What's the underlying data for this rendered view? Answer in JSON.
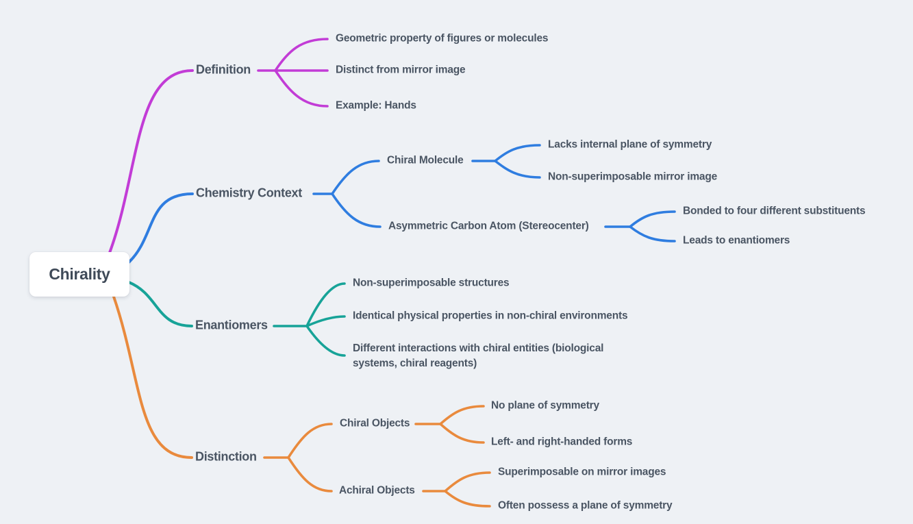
{
  "background": "#eef1f5",
  "text_color": "#4a5563",
  "root": {
    "label": "Chirality"
  },
  "branches": [
    {
      "label": "Definition",
      "color": "#c23cd6",
      "children": [
        {
          "label": "Geometric property of figures or molecules"
        },
        {
          "label": "Distinct from mirror image"
        },
        {
          "label": "Example: Hands"
        }
      ]
    },
    {
      "label": "Chemistry Context",
      "color": "#2f7de0",
      "children": [
        {
          "label": "Chiral Molecule",
          "children": [
            {
              "label": "Lacks internal plane of symmetry"
            },
            {
              "label": "Non-superimposable mirror image"
            }
          ]
        },
        {
          "label": "Asymmetric Carbon Atom (Stereocenter)",
          "children": [
            {
              "label": "Bonded to four different substituents"
            },
            {
              "label": "Leads to enantiomers"
            }
          ]
        }
      ]
    },
    {
      "label": "Enantiomers",
      "color": "#17a398",
      "children": [
        {
          "label": "Non-superimposable structures"
        },
        {
          "label": "Identical physical properties in non-chiral environments"
        },
        {
          "label": "Different interactions with chiral entities (biological systems, chiral reagents)"
        }
      ]
    },
    {
      "label": "Distinction",
      "color": "#e98a3d",
      "children": [
        {
          "label": "Chiral Objects",
          "children": [
            {
              "label": "No plane of symmetry"
            },
            {
              "label": "Left- and right-handed forms"
            }
          ]
        },
        {
          "label": "Achiral Objects",
          "children": [
            {
              "label": "Superimposable on mirror images"
            },
            {
              "label": "Often possess a plane of symmetry"
            }
          ]
        }
      ]
    }
  ]
}
